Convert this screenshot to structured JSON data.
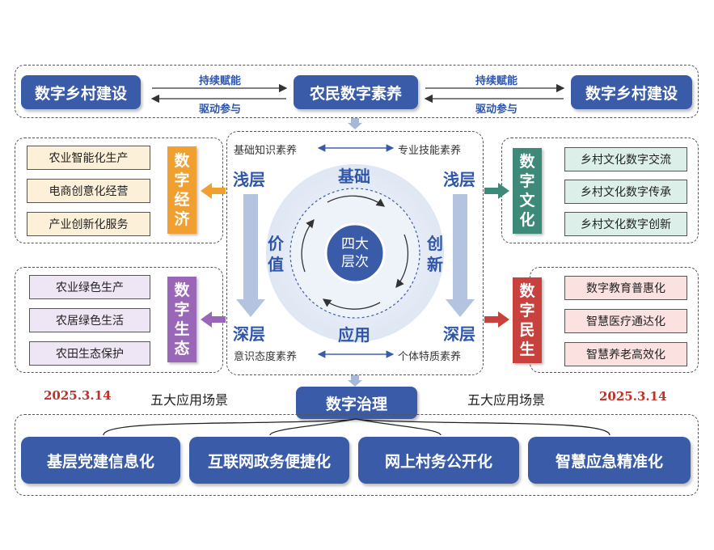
{
  "top": {
    "left_box": "数字乡村建设",
    "center_box": "农民数字素养",
    "right_box": "数字乡村建设",
    "arrow_top_left": "持续赋能",
    "arrow_bottom_left": "驱动参与",
    "arrow_top_right": "持续赋能",
    "arrow_bottom_right": "驱动参与"
  },
  "left_groups": [
    {
      "title_chars": [
        "数",
        "字",
        "经",
        "济"
      ],
      "items": [
        "农业智能化生产",
        "电商创意化经营",
        "产业创新化服务"
      ],
      "color": "#f0a030",
      "item_bg": "#fdf0d8"
    },
    {
      "title_chars": [
        "数",
        "字",
        "生",
        "态"
      ],
      "items": [
        "农业绿色生产",
        "农居绿色生活",
        "农田生态保护"
      ],
      "color": "#9a66b8",
      "item_bg": "#efe6f5"
    }
  ],
  "right_groups": [
    {
      "title_chars": [
        "数",
        "字",
        "文",
        "化"
      ],
      "items": [
        "乡村文化数字交流",
        "乡村文化数字传承",
        "乡村文化数字创新"
      ],
      "color": "#3e8a78",
      "item_bg": "#dcefe8"
    },
    {
      "title_chars": [
        "数",
        "字",
        "民",
        "生"
      ],
      "items": [
        "数字教育普惠化",
        "智慧医疗通达化",
        "智慧养老高效化"
      ],
      "color": "#c8413c",
      "item_bg": "#fbe1df"
    }
  ],
  "center": {
    "top_left": "基础知识素养",
    "top_right": "专业技能素养",
    "bottom_left": "意识态度素养",
    "bottom_right": "个体特质素养",
    "shallow_left": "浅层",
    "shallow_right": "浅层",
    "deep_left": "深层",
    "deep_right": "深层",
    "ring_top": "基础",
    "ring_bottom": "应用",
    "ring_left_chars": [
      "价",
      "值"
    ],
    "ring_right_chars": [
      "创",
      "新"
    ],
    "core_line1": "四大",
    "core_line2": "层次"
  },
  "middle_row": {
    "date_left": "2025.3.14",
    "scene_left": "五大应用场景",
    "governance": "数字治理",
    "scene_right": "五大应用场景",
    "date_right": "2025.3.14"
  },
  "bottom_items": [
    "基层党建信息化",
    "互联网政务便捷化",
    "网上村务公开化",
    "智慧应急精准化"
  ],
  "colors": {
    "navy": "#3a5ba8",
    "arrow_blue": "#b3c3e0",
    "date_red": "#c0302a"
  }
}
